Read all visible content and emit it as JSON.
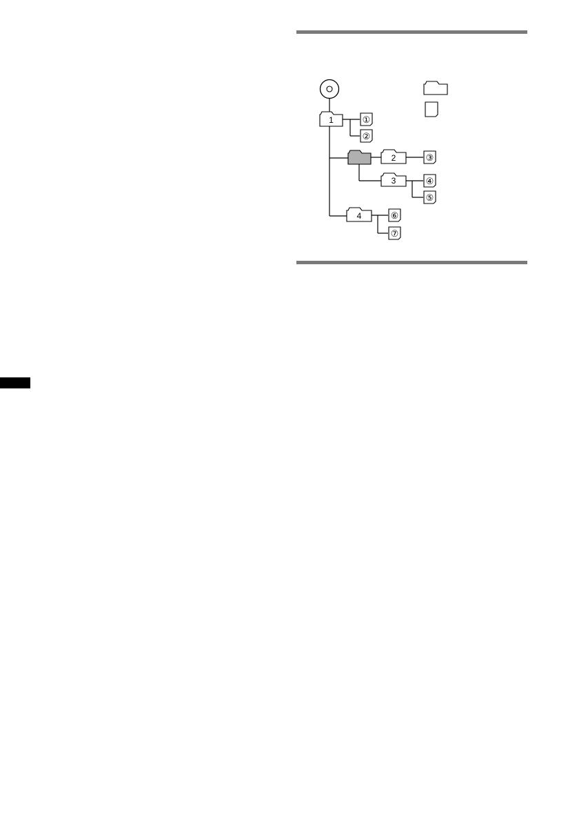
{
  "folders": [
    {
      "id": "root-subfolder",
      "label": "",
      "highlighted": true
    },
    {
      "id": "folder-1",
      "label": "1"
    },
    {
      "id": "folder-2",
      "label": "2"
    },
    {
      "id": "folder-3",
      "label": "3"
    },
    {
      "id": "folder-4",
      "label": "4"
    }
  ],
  "files": [
    {
      "id": "file-1",
      "label": "①"
    },
    {
      "id": "file-2",
      "label": "②"
    },
    {
      "id": "file-3",
      "label": "③"
    },
    {
      "id": "file-4",
      "label": "④"
    },
    {
      "id": "file-5",
      "label": "⑤"
    },
    {
      "id": "file-6",
      "label": "⑥"
    },
    {
      "id": "file-7",
      "label": "⑦"
    }
  ],
  "legend": {
    "folder_icon": "folder-icon",
    "file_icon": "file-icon"
  },
  "colors": {
    "highlight_folder": "#b0b0b0",
    "rule": "#7a7a7a"
  }
}
